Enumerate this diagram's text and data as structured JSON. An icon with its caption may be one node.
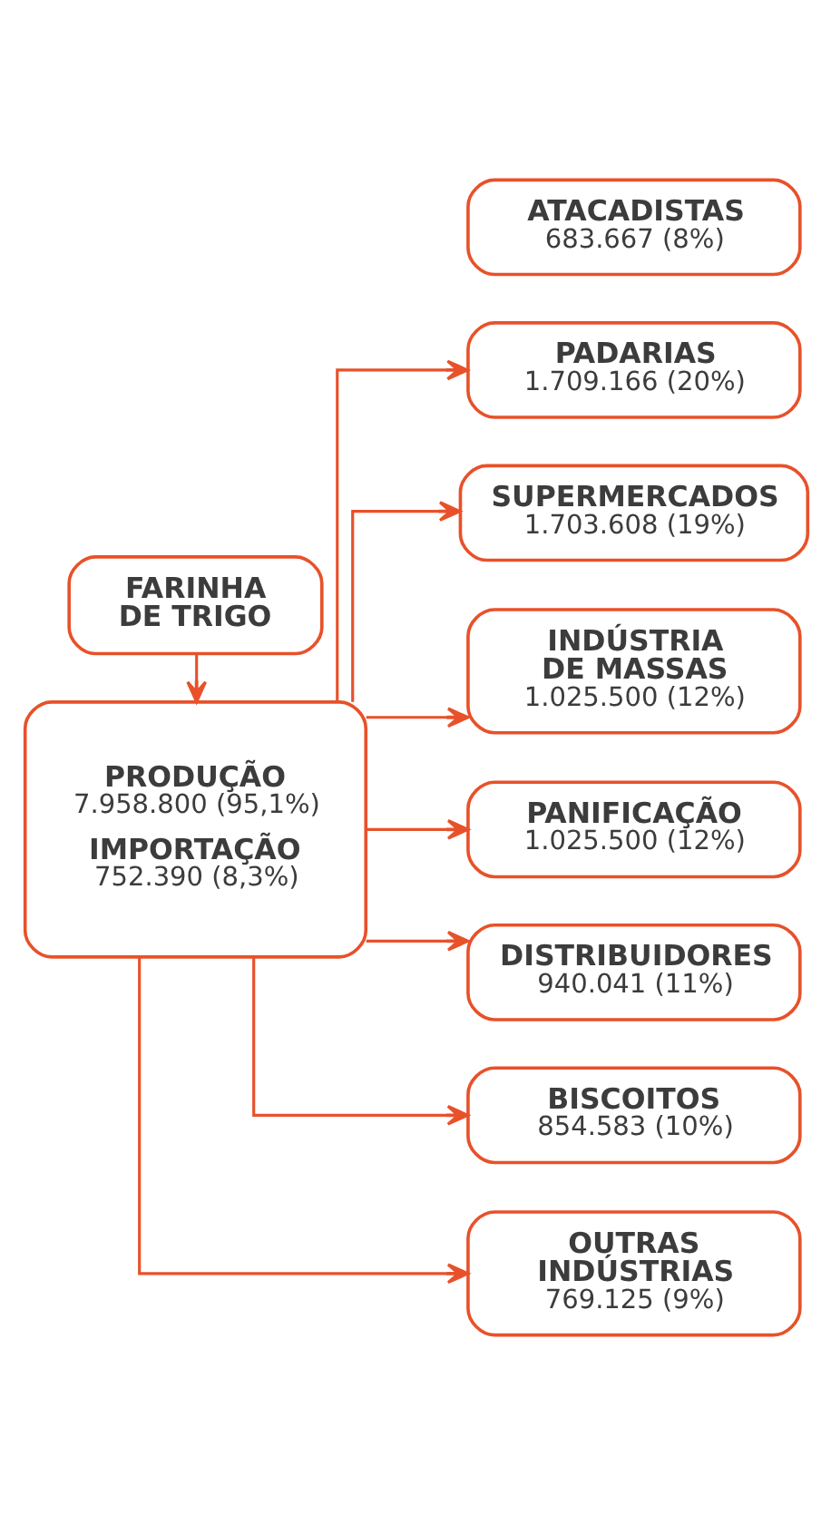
{
  "diagram": {
    "nodes": [
      {
        "text": [
          "FARINHA DE TRIGO"
        ]
      },
      {
        "text": [
          "PRODUÇÃO",
          "7.958.800 (95,1%)",
          "IMPORTAÇÃO",
          "752.390 (8,3%)"
        ]
      },
      {
        "text": [
          "PADARIAS",
          "1.709.166 (20%)"
        ]
      },
      {
        "text": [
          "SUPERMERCADOS",
          "1.703.608 (19%)"
        ]
      },
      {
        "text": [
          "INDÚSTRIA DE MASSAS",
          "1.025.500 (12%)"
        ]
      },
      {
        "text": [
          "PANIFICAÇÃO",
          "1.025.500 (12%)"
        ]
      },
      {
        "text": [
          "DISTRIBUIDORES",
          "940.041 (11%)"
        ]
      },
      {
        "text": [
          "BISCOITOS",
          "854.583 (10%)"
        ]
      },
      {
        "text": [
          "ATACADISTAS",
          "683.667 (8%)"
        ]
      },
      {
        "text": [
          "OUTRAS INDÚSTRIAS",
          "769.125 (9%)"
        ]
      }
    ],
    "edges": [
      {
        "from": 0,
        "to": 1,
        "arrow": "to"
      },
      {
        "from": 1,
        "to": 2,
        "arrow": "to"
      },
      {
        "from": 1,
        "to": 3,
        "arrow": "to"
      },
      {
        "from": 1,
        "to": 4,
        "arrow": "to"
      },
      {
        "from": 1,
        "to": 5,
        "arrow": "to"
      },
      {
        "from": 1,
        "to": 6,
        "arrow": "to"
      },
      {
        "from": 1,
        "to": 7,
        "arrow": "to"
      },
      {
        "from": 1,
        "to": 9,
        "arrow": "to"
      }
    ]
  }
}
